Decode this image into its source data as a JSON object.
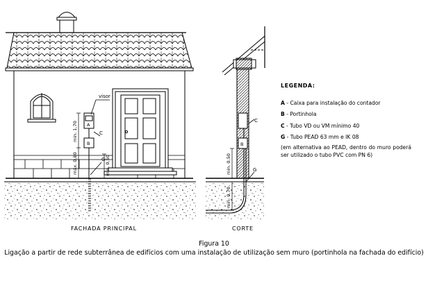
{
  "labels": {
    "visor": "visor",
    "a": "A",
    "b": "B",
    "c_front": "C",
    "g_front": "G",
    "c_side": "C",
    "g_side": "G",
    "b_side": "B",
    "min170": "min. 1,70",
    "max080": "máx. 0,80",
    "min050_front": "min. 0,50",
    "min050_side": "min. 0,50",
    "min070": "min. 0,70",
    "fachada": "FACHADA PRINCIPAL",
    "corte": "CORTE"
  },
  "legend": {
    "title": "LEGENDA:",
    "items": [
      {
        "key": "A",
        "text": " - Caixa para instalação do contador"
      },
      {
        "key": "B",
        "text": " - Portinhola"
      },
      {
        "key": "C",
        "text": " - Tubo VD ou VM mínimo 40"
      },
      {
        "key": "G",
        "text": " - Tubo PEAD  63 mm e IK 08"
      }
    ],
    "note": "(em alternativa ao PEAD, dentro do muro poderá ser utilizado o tubo PVC com PN 6)"
  },
  "caption": {
    "figure": "Figura 10",
    "text": "Ligação a partir de rede subterrânea de edifícios com uma instalação de utilização sem muro (portinhola na fachada do edifício)"
  }
}
